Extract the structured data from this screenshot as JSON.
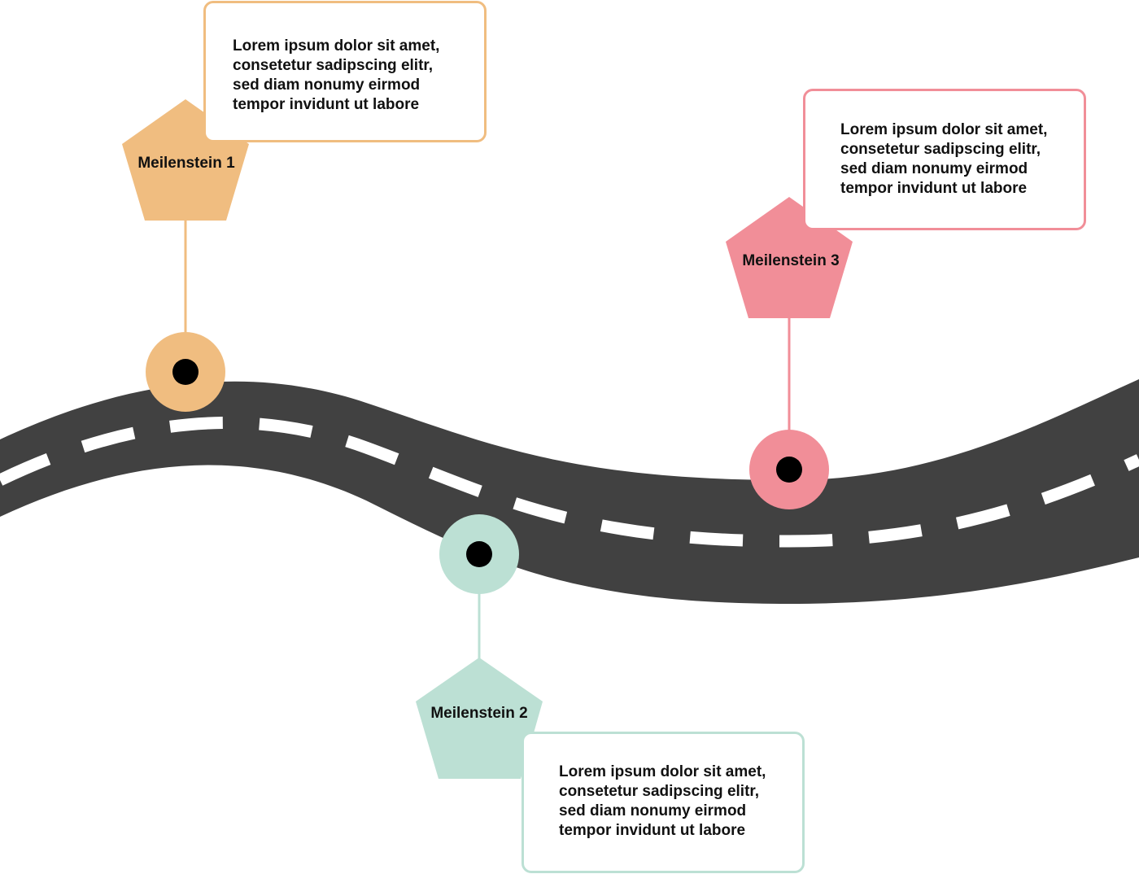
{
  "colors": {
    "road": "#414141",
    "lane": "#ffffff",
    "marker_center": "#000000"
  },
  "milestones": [
    {
      "label": "Meilenstein 1",
      "color": "#F0BD80",
      "text": [
        "Lorem ipsum dolor sit amet,",
        "consetetur sadipscing elitr,",
        "sed diam nonumy eirmod",
        "tempor invidunt ut labore"
      ]
    },
    {
      "label": "Meilenstein 2",
      "color": "#BCE0D4",
      "text": [
        "Lorem ipsum dolor sit amet,",
        "consetetur sadipscing elitr,",
        "sed diam nonumy eirmod",
        "tempor invidunt ut labore"
      ]
    },
    {
      "label": "Meilenstein 3",
      "color": "#F18E98",
      "text": [
        "Lorem ipsum dolor sit amet,",
        "consetetur sadipscing elitr,",
        "sed diam nonumy eirmod",
        "tempor invidunt ut labore"
      ]
    }
  ]
}
